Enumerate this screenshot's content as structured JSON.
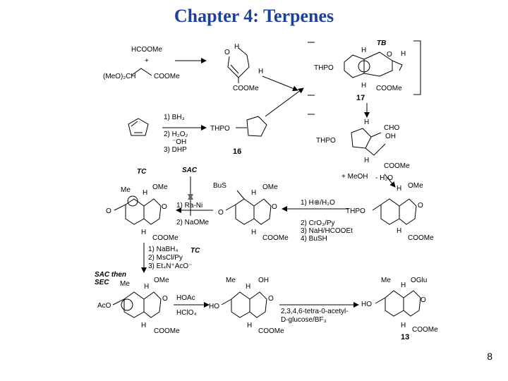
{
  "title": "Chapter 4: Terpenes",
  "page_number": "8",
  "labels": {
    "hcoome": "HCOOMe",
    "plus": "+",
    "meo2ch": "(MeO)₂CH",
    "cooMe_a": "COOMe",
    "o_h": "O",
    "h_top": "H",
    "h_side": "H",
    "coome_enal": "COOMe",
    "thpo_top": "THPO",
    "tb": "TB",
    "h_17a": "H",
    "o_17": "O",
    "h_17b": "H",
    "h_17c": "H",
    "coome_17": "COOMe",
    "cmpd17": "17",
    "step1_bh3": "1) BH₃",
    "step2_h2o2": "2) H₂O₂",
    "step2_oh": "⁻OH",
    "step3_dhp": "3) DHP",
    "thpo_16": "THPO",
    "cmpd16": "16",
    "h_cho": "H",
    "cho": "CHO",
    "oh_cho": "OH",
    "thpo_cho": "THPO",
    "h_cho2": "H",
    "coome_cho": "COOMe",
    "meoh": "+ MeOH",
    "h2o": "- H₂O",
    "tc_1": "TC",
    "sac_1": "SAC",
    "me_1": "Me",
    "h_1": "H",
    "ome_1": "OMe",
    "o_1a": "O",
    "o_1b": "O",
    "h_1b": "H",
    "coome_1": "COOMe",
    "ra_ni": "1) Ra-Ni",
    "naome": "2) NaOMe",
    "bus": "BuS",
    "h_2": "H",
    "ome_2": "OMe",
    "o_2a": "O",
    "o_2b": "O",
    "h_2b": "H",
    "coome_2": "COOMe",
    "step_h3o": "1) H⊕/H₂O",
    "step_cro3": "2) CrO₃/Py",
    "step_nah": "3) NaH/HCOOEt",
    "step_bush": "4) BuSH",
    "h_3": "H",
    "ome_3": "OMe",
    "thpo_3": "THPO",
    "o_3": "O",
    "h_3b": "H",
    "coome_3": "COOMe",
    "nabh4": "1) NaBH₄",
    "tc_2": "TC",
    "mscl": "2) MsCl/Py",
    "et4n": "3) Et₄N⁺AcO⁻",
    "sac_then": "SAC  then",
    "sec": "SEC",
    "me_4": "Me",
    "h_4": "H",
    "ome_4": "OMe",
    "aco": "AcO",
    "o_4": "O",
    "h_4b": "H",
    "coome_4": "COOMe",
    "hoac": "HOAc",
    "hclo4": "HClO₄",
    "me_5": "Me",
    "h_5": "H",
    "oh_5": "OH",
    "ho_5": "HO",
    "o_5": "O",
    "h_5b": "H",
    "coome_5": "COOMe",
    "glucose1": "2,3,4,6-tetra-0-acetyl-",
    "glucose2": "D-glucose/BF₃",
    "me_6": "Me",
    "h_6": "H",
    "oglu": "OGlu",
    "ho_6": "HO",
    "o_6": "O",
    "h_6b": "H",
    "coome_6": "COOMe",
    "cmpd13": "13"
  }
}
